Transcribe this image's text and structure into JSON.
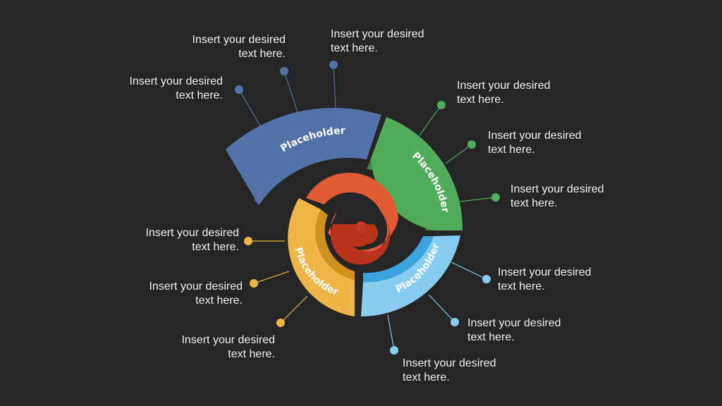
{
  "colors": {
    "background": "#252525",
    "blue": "#5472aa",
    "green": "#52ad5b",
    "light_blue": "#86cdf0",
    "yellow": "#edb647",
    "red_orange": "#e05a34"
  },
  "segments": [
    {
      "label": "Placeholder",
      "color": "blue"
    },
    {
      "label": "Placeholder",
      "color": "green"
    },
    {
      "label": "Placeholder",
      "color": "light_blue"
    },
    {
      "label": "Placeholder",
      "color": "yellow"
    }
  ],
  "callouts": [
    {
      "group": "blue",
      "line1": "Insert your desired",
      "line2": "text here."
    },
    {
      "group": "blue",
      "line1": "Insert your desired",
      "line2": "text here."
    },
    {
      "group": "blue",
      "line1": "Insert your desired",
      "line2": "text here."
    },
    {
      "group": "green",
      "line1": "Insert your desired",
      "line2": "text here."
    },
    {
      "group": "green",
      "line1": "Insert your desired",
      "line2": "text here."
    },
    {
      "group": "green",
      "line1": "Insert your desired",
      "line2": "text here."
    },
    {
      "group": "light_blue",
      "line1": "Insert your desired",
      "line2": "text here."
    },
    {
      "group": "light_blue",
      "line1": "Insert your desired",
      "line2": "text here."
    },
    {
      "group": "light_blue",
      "line1": "Insert your desired",
      "line2": "text here."
    },
    {
      "group": "yellow",
      "line1": "Insert your desired",
      "line2": "text here."
    },
    {
      "group": "yellow",
      "line1": "Insert your desired",
      "line2": "text here."
    },
    {
      "group": "yellow",
      "line1": "Insert your desired",
      "line2": "text here."
    }
  ]
}
